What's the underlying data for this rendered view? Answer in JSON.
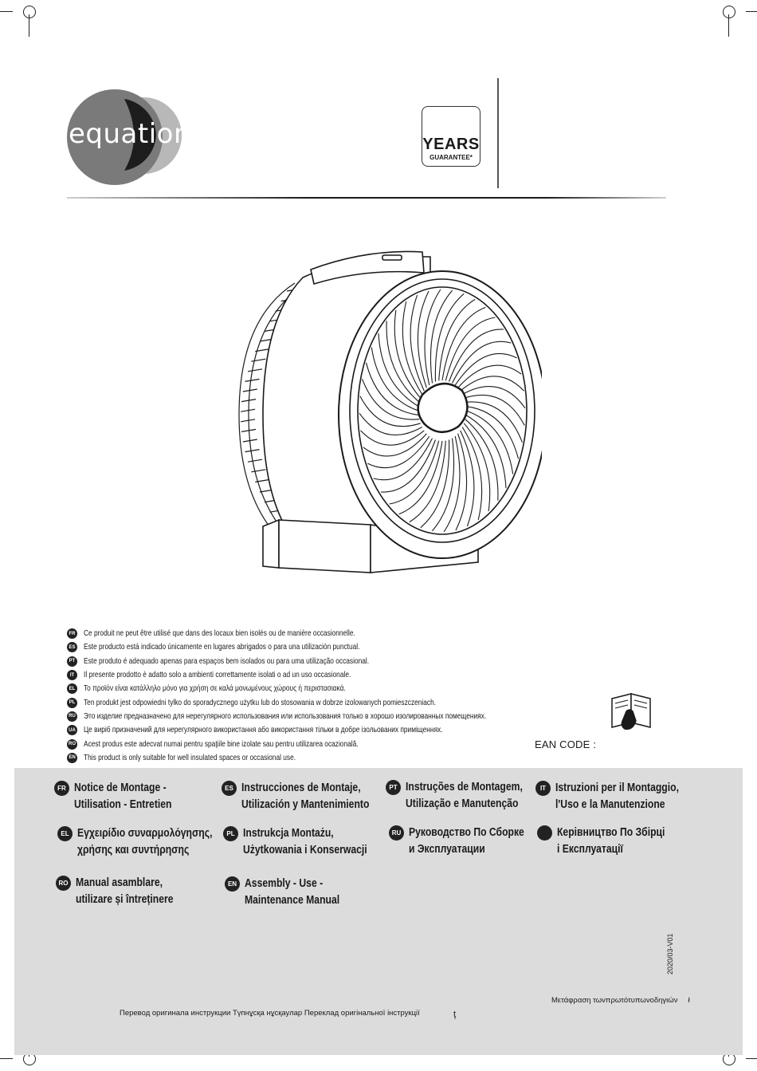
{
  "brand": {
    "logo_text": "equation"
  },
  "guarantee": {
    "years_label": "YEARS",
    "guarantee_label": "GUARANTEE*"
  },
  "notices": [
    {
      "code": "FR",
      "text": "Ce produit ne peut être utilisé que dans des locaux bien isolés ou de manière occasionnelle."
    },
    {
      "code": "ES",
      "text": "Este producto está indicado únicamente en lugares abrigados o para una utilización punctual."
    },
    {
      "code": "PT",
      "text": "Este produto é adequado apenas para espaços bem isolados ou para uma utilização occasional."
    },
    {
      "code": "IT",
      "text": "Il presente prodotto è adatto solo a ambienti correttamente isolati o ad un uso occasionale."
    },
    {
      "code": "EL",
      "text": "Το προϊόν είναι κατάλληλο μόνο για χρήση σε καλά μονωμένους χώρους ή περιστασιακά."
    },
    {
      "code": "PL",
      "text": "Ten produkt jest odpowiedni tylko do sporadycznego użytku lub do stosowania w dobrze izolowanych pomieszczeniach."
    },
    {
      "code": "RU",
      "text": "Это изделие предназначено для нерегулярного использования или использования только в хорошо изолированных помещениях."
    },
    {
      "code": "UA",
      "text": "Це виріб призначений для нерегулярного використання або використання тільки в добре ізольованих приміщеннях."
    },
    {
      "code": "RO",
      "text": "Acest produs este adecvat numai pentru spaţiile bine izolate sau pentru utilizarea ocazională."
    },
    {
      "code": "EN",
      "text": "This product is only suitable for well insulated spaces or occasional use."
    }
  ],
  "ean_label": "EAN CODE :",
  "manual_titles": [
    {
      "code": "FR",
      "line1": "Notice de Montage -",
      "line2": "Utilisation - Entretien"
    },
    {
      "code": "ES",
      "line1": "Instrucciones de Montaje,",
      "line2": "Utilización y Mantenimiento"
    },
    {
      "code": "PT",
      "line1": "Instruções de Montagem,",
      "line2": "Utilização e Manutenção"
    },
    {
      "code": "IT",
      "line1": "Istruzioni per il Montaggio,",
      "line2": "l'Uso e la Manutenzione"
    },
    {
      "code": "EL",
      "line1": "Εγχειρίδιο συναρμολόγησης,",
      "line2": "χρήσης και συντήρησης"
    },
    {
      "code": "PL",
      "line1": "Instrukcja Montażu,",
      "line2": "Użytkowania i Konserwacji"
    },
    {
      "code": "RU",
      "line1": "Руководство По Сборке",
      "line2": "и Эксплуатации"
    },
    {
      "code": "",
      "line1": "Керівництво По Збірці",
      "line2": "і Експлуатації"
    },
    {
      "code": "RO",
      "line1": "Manual asamblare,",
      "line2": "utilizare și întreținere"
    },
    {
      "code": "EN",
      "line1": "Assembly - Use -",
      "line2": "Maintenance Manual"
    }
  ],
  "version": "2020/03-V01",
  "footer": {
    "greek": "Μετάφραση τωνπρωτότυπωνοδηγιών",
    "greek_mark": "ł",
    "slavic": "Перевод оригинала инструкции  Түпнұсқа нұсқаулар   Переклад оригінальної інструкції",
    "mark": "ţ"
  }
}
